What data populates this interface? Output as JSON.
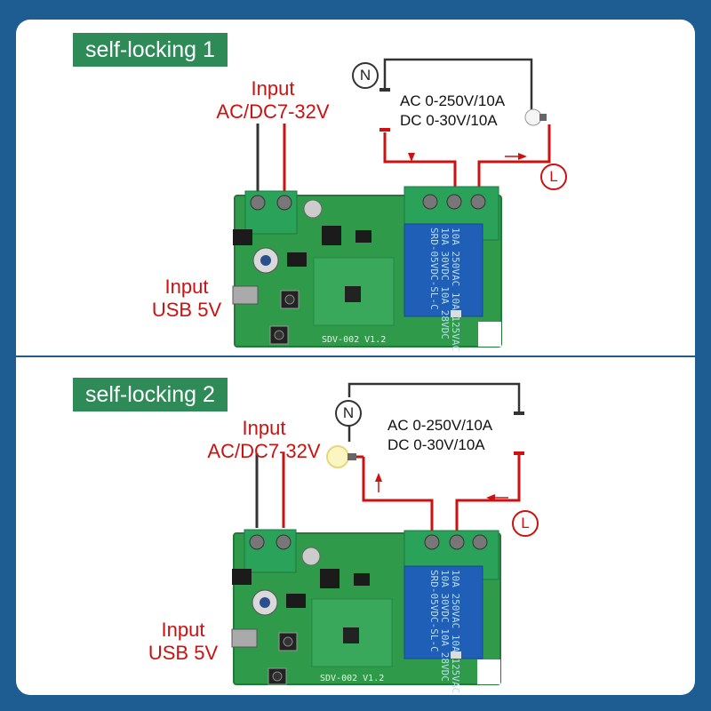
{
  "diagrams": [
    {
      "title": "self-locking 1",
      "power_input_line1": "Input",
      "power_input_line2": "AC/DC7-32V",
      "usb_input_line1": "Input",
      "usb_input_line2": "USB 5V",
      "load_spec_line1": "AC 0-250V/10A",
      "load_spec_line2": "DC 0-30V/10A",
      "neutral_label": "N",
      "live_label": "L",
      "relay_text_1": "10A 250VAC 10A 125VAC",
      "relay_text_2": "10A 30VDC 10A 28VDC",
      "relay_text_3": "SRD-05VDC-SL-C",
      "board_silk": "SDV-002 V1.2"
    },
    {
      "title": "self-locking 2",
      "power_input_line1": "Input",
      "power_input_line2": "AC/DC7-32V",
      "usb_input_line1": "Input",
      "usb_input_line2": "USB 5V",
      "load_spec_line1": "AC 0-250V/10A",
      "load_spec_line2": "DC 0-30V/10A",
      "neutral_label": "N",
      "live_label": "L",
      "relay_text_1": "10A 250VAC 10A 125VAC",
      "relay_text_2": "10A 30VDC 10A 28VDC",
      "relay_text_3": "SRD-05VDC-SL-C",
      "board_silk": "SDV-002 V1.2"
    }
  ],
  "colors": {
    "frame": "#1e5d92",
    "title_tag": "#2e8b57",
    "pcb": "#2f9b4a",
    "relay": "#1f5fb8",
    "terminal": "#2aa25a",
    "wire_red": "#cc1111",
    "wire_dark": "#333333"
  }
}
